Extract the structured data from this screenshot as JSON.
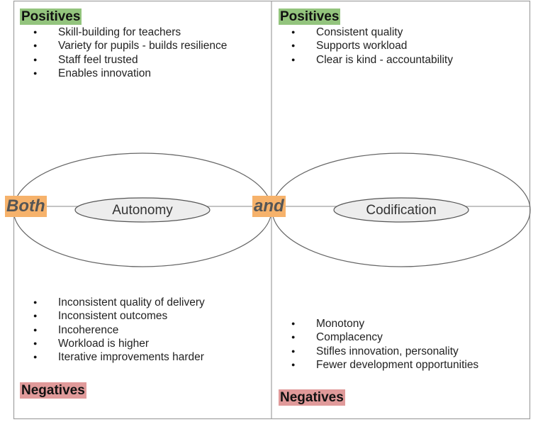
{
  "quadrants": {
    "top_left": {
      "label": "Positives",
      "items": [
        "Skill-building for teachers",
        "Variety for pupils - builds resilience",
        "Staff feel trusted",
        "Enables innovation"
      ]
    },
    "top_right": {
      "label": "Positives",
      "items": [
        "Consistent quality",
        "Supports workload",
        "Clear is kind - accountability"
      ]
    },
    "bottom_left": {
      "label": "Negatives",
      "items": [
        "Inconsistent quality of delivery",
        "Inconsistent outcomes",
        "Incoherence",
        "Workload is higher",
        "Iterative improvements harder"
      ]
    },
    "bottom_right": {
      "label": "Negatives",
      "items": [
        "Monotony",
        "Complacency",
        "Stifles innovation, personality",
        "Fewer development opportunities"
      ]
    }
  },
  "center": {
    "left_word": "Both",
    "middle_word": "and",
    "left_pole": "Autonomy",
    "right_pole": "Codification"
  },
  "colors": {
    "positive": "#93c47d",
    "negative": "#e09a9a",
    "conjunction": "#f6b26b",
    "line": "#999999"
  }
}
